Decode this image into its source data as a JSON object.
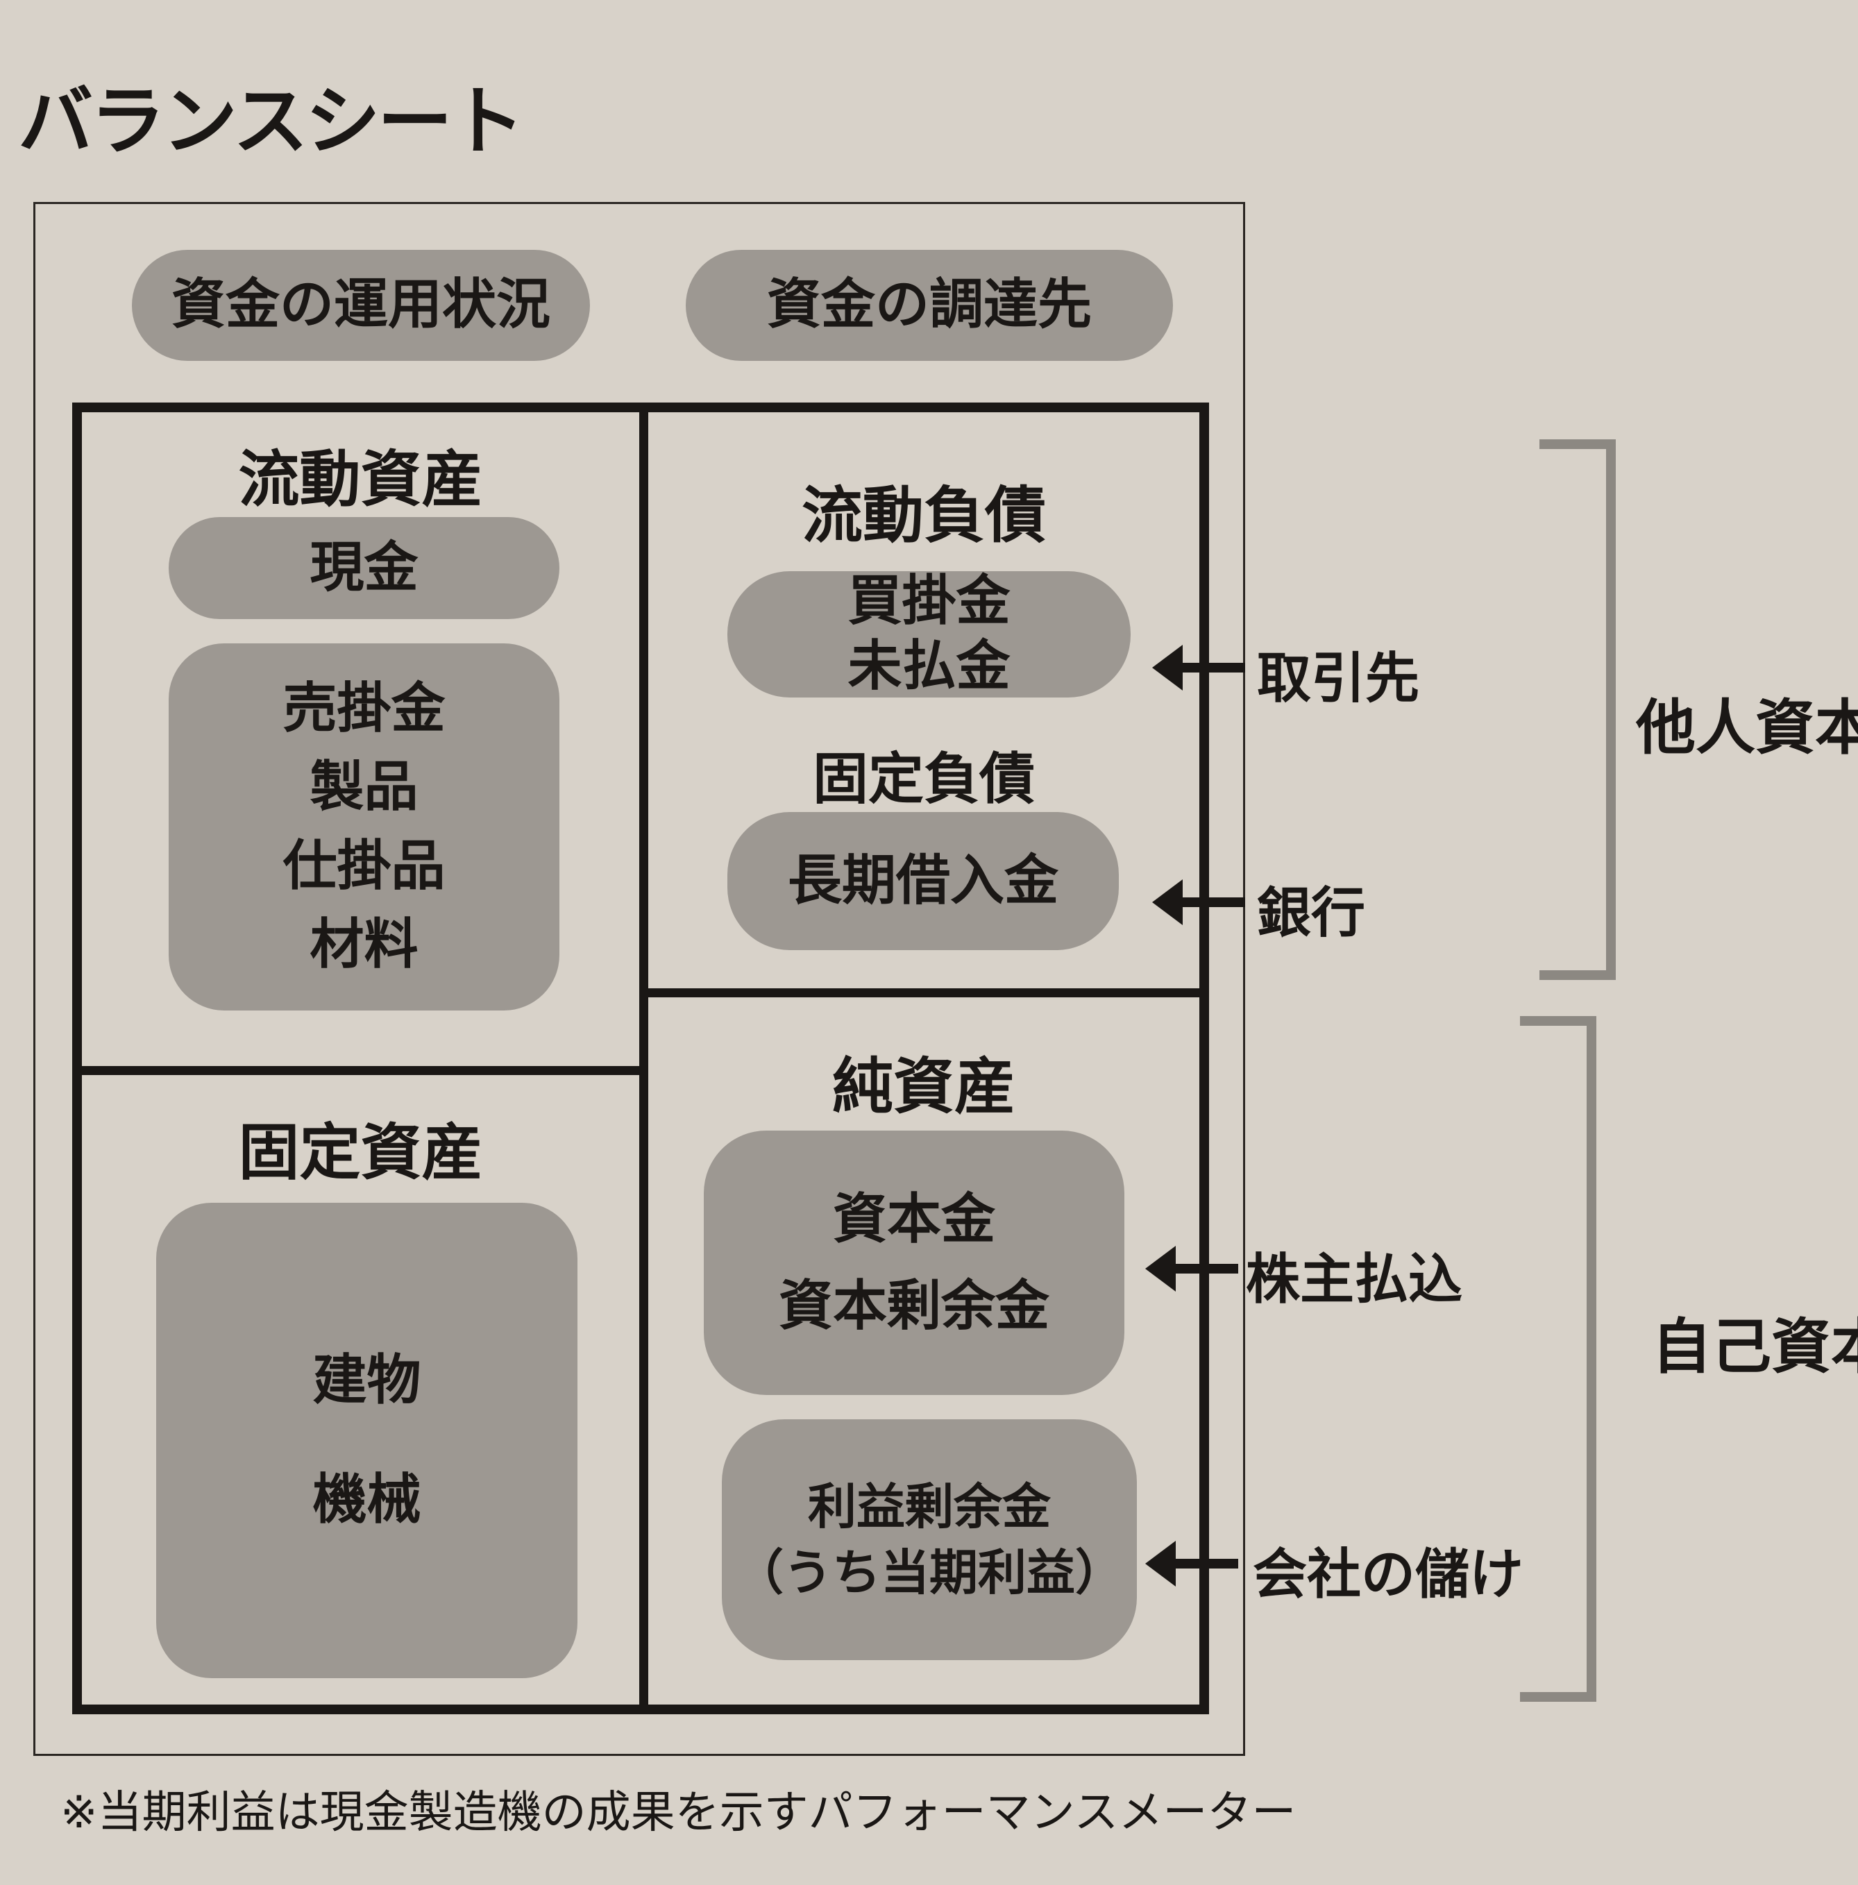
{
  "title": "バランスシート",
  "headers": {
    "left": "資金の運用状況",
    "right": "資金の調達先"
  },
  "current_assets": {
    "heading": "流動資産",
    "cash": "現金",
    "items": [
      "売掛金",
      "製品",
      "仕掛品",
      "材料"
    ]
  },
  "fixed_assets": {
    "heading": "固定資産",
    "items": [
      "建物",
      "機械"
    ]
  },
  "current_liabilities": {
    "heading": "流動負債",
    "items": [
      "買掛金",
      "未払金"
    ]
  },
  "fixed_liabilities": {
    "heading": "固定負債",
    "items": [
      "長期借入金"
    ]
  },
  "net_assets": {
    "heading": "純資産",
    "capital": [
      "資本金",
      "資本剰余金"
    ],
    "retained": [
      "利益剰余金",
      "（うち当期利益）"
    ]
  },
  "sources": [
    "取引先",
    "銀行",
    "株主払込",
    "会社の儲け"
  ],
  "brackets": {
    "top": "他人資本",
    "bottom": "自己資本"
  },
  "footnote": "※当期利益は現金製造機の成果を示すパフォーマンスメーター"
}
